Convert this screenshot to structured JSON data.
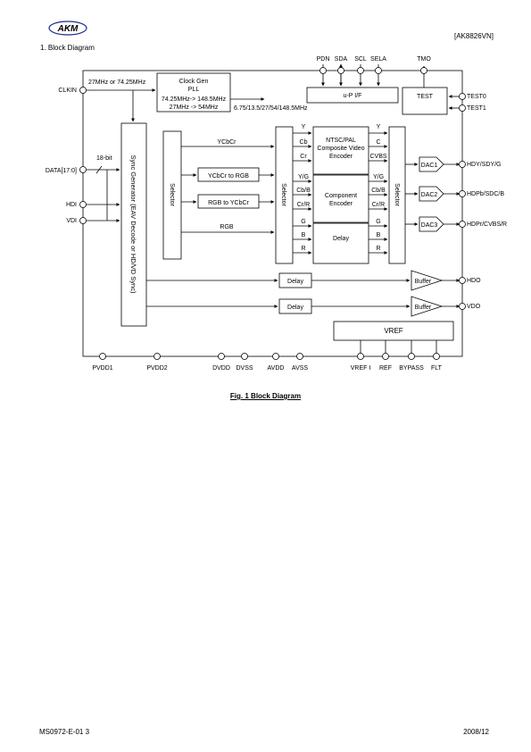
{
  "header": {
    "logo": "AKM",
    "part_number": "[AK8826VN]",
    "section_title": "1. Block Diagram",
    "colors": {
      "logo_text": "#1c2d8c",
      "logo_outline": "#1c2d8c"
    }
  },
  "diagram": {
    "clock_gen": {
      "lines": [
        "Clock Gen",
        "PLL",
        "74.25MHz-> 148.5MHz",
        "27MHz -> 54MHz"
      ]
    },
    "clock_input_note": "27MHz or 74.25MHz",
    "clock_output_note": "6.75/13.5/27/54/148.5MHz",
    "up_if": "u-P I/F",
    "test_block": "TEST",
    "sync_generator": "Sync Generator (EAV Decode or HD/VD Sync)",
    "bus_width": "18-bit",
    "selector": "Selector",
    "signal_ycbcr": "YCbCr",
    "signal_rgb": "RGB",
    "ycbcr_to_rgb": "YCbCr to RGB",
    "rgb_to_ycbcr": "RGB to YCbCr",
    "ntsc_encoder": [
      "NTSC/PAL",
      "Composite Video",
      "Encoder"
    ],
    "component_encoder": [
      "Component",
      "Encoder"
    ],
    "delay": "Delay",
    "buffer": "Buffer",
    "vref": "VREF",
    "ch_in": [
      "Cb",
      "Cr",
      "Y/G",
      "Cb/B",
      "Cr/R",
      "G",
      "B",
      "R"
    ],
    "y_label": "Y",
    "ch_out": [
      "C",
      "CVBS",
      "Y/G",
      "Cb/B",
      "Cr/R",
      "G",
      "B",
      "R"
    ],
    "dacs": [
      "DAC1",
      "DAC2",
      "DAC3"
    ],
    "pins": {
      "clkin": "CLKIN",
      "data": "DATA[17:0]",
      "hdi": "HDI",
      "vdi": "VDI",
      "pdn": "PDN",
      "sda": "SDA",
      "scl": "SCL",
      "sela": "SELA",
      "tmo": "TMO",
      "test0": "TEST0",
      "test1": "TEST1",
      "dac1_out": "HDY/SDY/G",
      "dac2_out": "HDPb/SDC/B",
      "dac3_out": "HDPr/CVBS/R",
      "hdo": "HDO",
      "vdo": "VDO",
      "pvdd1": "PVDD1",
      "pvdd2": "PVDD2",
      "dvdd": "DVDD",
      "dvss": "DVSS",
      "avdd": "AVDD",
      "avss": "AVSS",
      "vrefi": "VREF I",
      "ref": "REF",
      "bypass": "BYPASS",
      "flt": "FLT"
    }
  },
  "caption": "Fig. 1 Block Diagram",
  "footer": {
    "doc_id": "MS0972-E-01 3",
    "date": "2008/12"
  }
}
